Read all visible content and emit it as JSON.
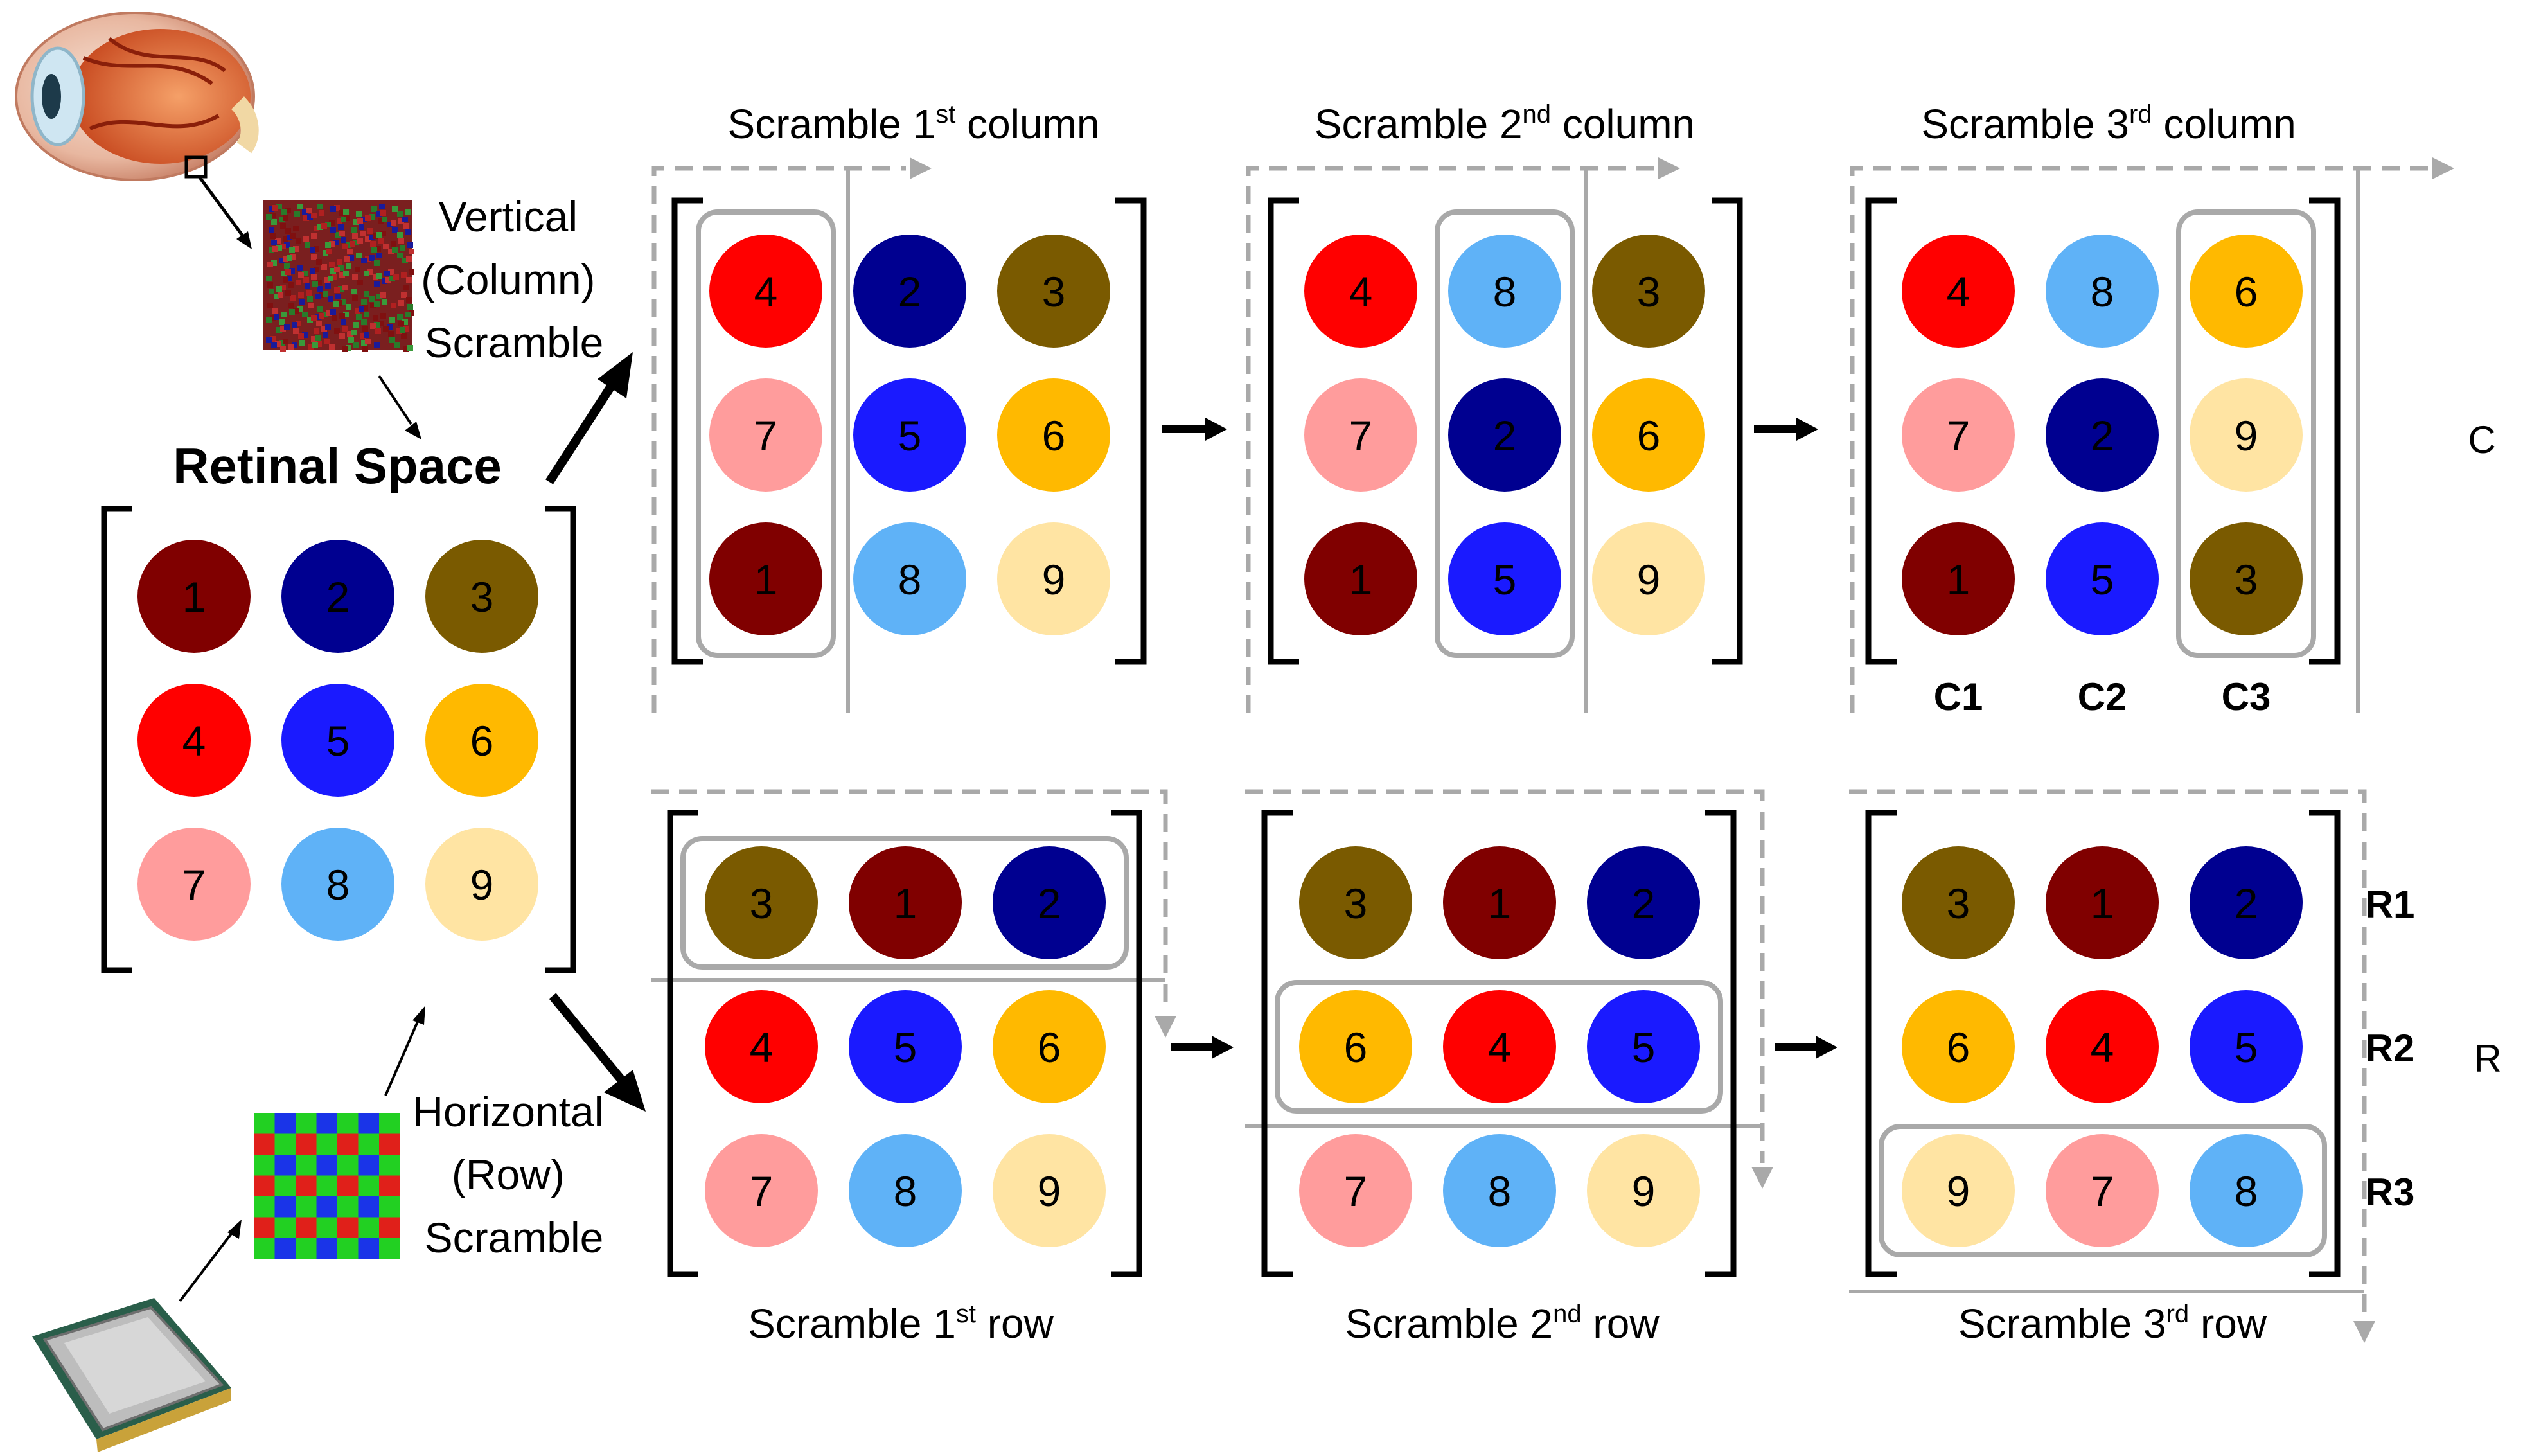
{
  "colors": {
    "1": "#800000",
    "2": "#000090",
    "3": "#7a5a00",
    "4": "#ff0000",
    "5": "#1a1aff",
    "6": "#ffb900",
    "7": "#ff9c9c",
    "8": "#5fb2f7",
    "9": "#ffe4a3"
  },
  "left": {
    "vertical_label": [
      "Vertical",
      "(Column)",
      "Scramble"
    ],
    "horizontal_label": [
      "Horizontal",
      "(Row)",
      "Scramble"
    ],
    "retinal_title": "Retinal Space",
    "retinal_grid": [
      [
        1,
        2,
        3
      ],
      [
        4,
        5,
        6
      ],
      [
        7,
        8,
        9
      ]
    ],
    "eye_icon": "eye-icon",
    "chip_icon": "cpu-chip-icon",
    "retina_mosaic_icon": "retina-mosaic-icon",
    "bayer_mosaic_icon": "bayer-mosaic-icon"
  },
  "columns": {
    "stage_label": "C",
    "stages": [
      {
        "title_pre": "Scramble 1",
        "title_sup": "st",
        "title_post": " column",
        "grid": [
          [
            4,
            2,
            3
          ],
          [
            7,
            5,
            6
          ],
          [
            1,
            8,
            9
          ]
        ],
        "highlight_col": 0
      },
      {
        "title_pre": "Scramble 2",
        "title_sup": "nd",
        "title_post": " column",
        "grid": [
          [
            4,
            8,
            3
          ],
          [
            7,
            2,
            6
          ],
          [
            1,
            5,
            9
          ]
        ],
        "highlight_col": 1
      },
      {
        "title_pre": "Scramble 3",
        "title_sup": "rd",
        "title_post": " column",
        "grid": [
          [
            4,
            8,
            6
          ],
          [
            7,
            2,
            9
          ],
          [
            1,
            5,
            3
          ]
        ],
        "highlight_col": 2
      }
    ],
    "col_labels": [
      "C1",
      "C2",
      "C3"
    ]
  },
  "rows": {
    "stage_label": "R",
    "stages": [
      {
        "title_pre": "Scramble 1",
        "title_sup": "st",
        "title_post": " row",
        "grid": [
          [
            3,
            1,
            2
          ],
          [
            4,
            5,
            6
          ],
          [
            7,
            8,
            9
          ]
        ],
        "highlight_row": 0
      },
      {
        "title_pre": "Scramble 2",
        "title_sup": "nd",
        "title_post": " row",
        "grid": [
          [
            3,
            1,
            2
          ],
          [
            6,
            4,
            5
          ],
          [
            7,
            8,
            9
          ]
        ],
        "highlight_row": 1
      },
      {
        "title_pre": "Scramble 3",
        "title_sup": "rd",
        "title_post": " row",
        "grid": [
          [
            3,
            1,
            2
          ],
          [
            6,
            4,
            5
          ],
          [
            9,
            7,
            8
          ]
        ],
        "highlight_row": 2
      }
    ],
    "row_labels": [
      "R1",
      "R2",
      "R3"
    ]
  }
}
